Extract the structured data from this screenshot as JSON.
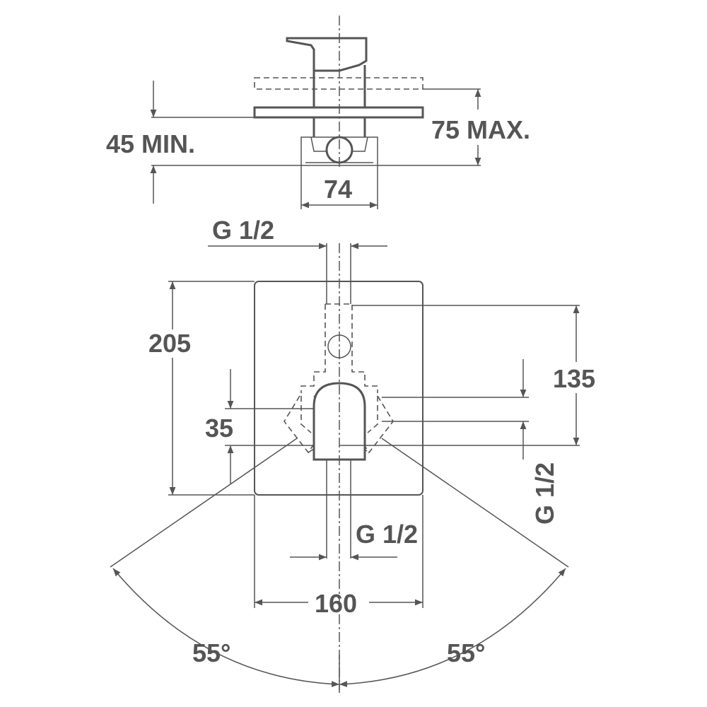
{
  "labels": {
    "min_depth": "45 MIN.",
    "max_depth": "75 MAX.",
    "body_width": "74",
    "thread_top": "G 1/2",
    "plate_height": "205",
    "outlet_height": "135",
    "handle_offset": "35",
    "thread_side": "G 1/2",
    "thread_bottom": "G 1/2",
    "plate_width": "160",
    "angle_left": "55°",
    "angle_right": "55°"
  },
  "colors": {
    "line": "#555555",
    "background": "#ffffff"
  }
}
